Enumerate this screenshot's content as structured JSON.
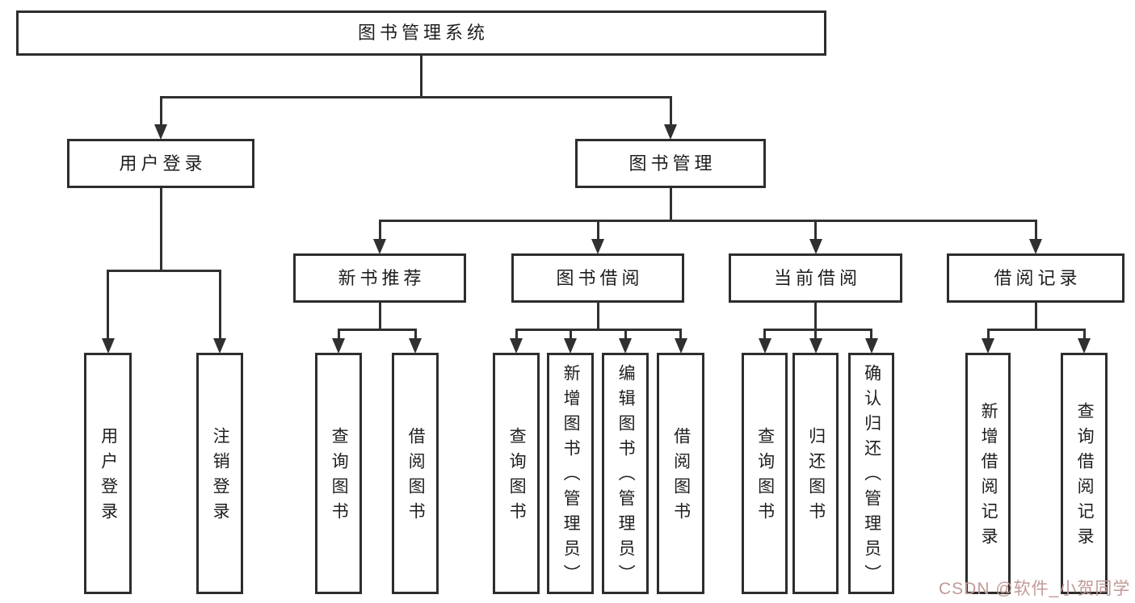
{
  "diagram": {
    "type": "hierarchy-tree",
    "watermark": "CSDN @软件_小贺同学",
    "colors": {
      "line": "#303030",
      "border": "#2d2d2d",
      "text": "#1e1e1e",
      "background": "#ffffff",
      "watermark": "#c09a97"
    },
    "nodes": [
      {
        "id": "library-system",
        "label": "图书管理系统",
        "parent": null
      },
      {
        "id": "user-login",
        "label": "用户登录",
        "parent": "library-system"
      },
      {
        "id": "book-management",
        "label": "图书管理",
        "parent": "library-system"
      },
      {
        "id": "user-login-action",
        "label": "用户登录",
        "parent": "user-login"
      },
      {
        "id": "logout-action",
        "label": "注销登录",
        "parent": "user-login"
      },
      {
        "id": "new-book-recommend",
        "label": "新书推荐",
        "parent": "book-management"
      },
      {
        "id": "book-borrowing",
        "label": "图书借阅",
        "parent": "book-management"
      },
      {
        "id": "current-borrowing",
        "label": "当前借阅",
        "parent": "book-management"
      },
      {
        "id": "borrowing-records",
        "label": "借阅记录",
        "parent": "book-management"
      },
      {
        "id": "query-books-recommend",
        "label": "查询图书",
        "parent": "new-book-recommend"
      },
      {
        "id": "borrow-books-recommend",
        "label": "借阅图书",
        "parent": "new-book-recommend"
      },
      {
        "id": "query-books-borrowing",
        "label": "查询图书",
        "parent": "book-borrowing"
      },
      {
        "id": "add-books-admin",
        "label": "新增图书（管理员）",
        "parent": "book-borrowing"
      },
      {
        "id": "edit-books-admin",
        "label": "编辑图书（管理员）",
        "parent": "book-borrowing"
      },
      {
        "id": "borrow-books-borrowing",
        "label": "借阅图书",
        "parent": "book-borrowing"
      },
      {
        "id": "query-books-current",
        "label": "查询图书",
        "parent": "current-borrowing"
      },
      {
        "id": "return-books",
        "label": "归还图书",
        "parent": "current-borrowing"
      },
      {
        "id": "confirm-return-admin",
        "label": "确认归还（管理员）",
        "parent": "current-borrowing"
      },
      {
        "id": "add-borrow-record",
        "label": "新增借阅记录",
        "parent": "borrowing-records"
      },
      {
        "id": "query-borrow-record",
        "label": "查询借阅记录",
        "parent": "borrowing-records"
      }
    ]
  }
}
